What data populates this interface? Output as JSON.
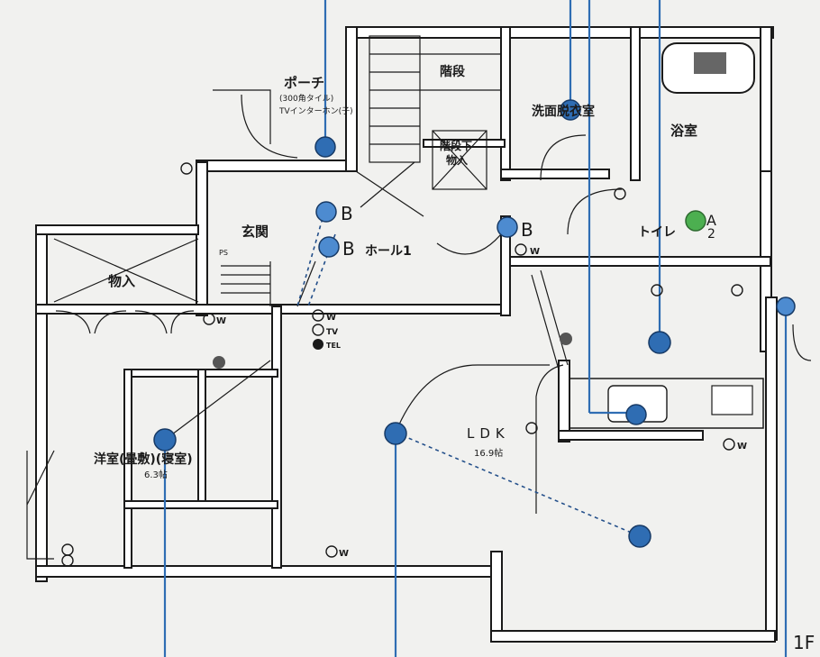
{
  "rooms": {
    "porch": "ポーチ",
    "porch_note1": "(300角タイル)",
    "porch_note2": "TVインターホン(子)",
    "stairs": "階段",
    "under_stairs": "階段下",
    "under_stairs_2": "物入",
    "washroom": "洗面脱衣室",
    "bath": "浴室",
    "entrance": "玄関",
    "hall": "ホール1",
    "toilet": "トイレ",
    "storage": "物入",
    "ldk": "LDK",
    "ldk_size": "16.9帖",
    "western_room": "洋室(畳敷)(寝室)",
    "western_size": "6.3帖",
    "floor_label": "1F"
  },
  "marks": {
    "b1": "B",
    "b2": "B",
    "b3": "B",
    "a": "A",
    "two": "2",
    "w": "W",
    "tv": "TV",
    "tel": "TEL",
    "ps": "PS"
  },
  "colors": {
    "light": "#2f6db3",
    "light_green": "#4caf50",
    "wall": "#1a1a1a"
  }
}
